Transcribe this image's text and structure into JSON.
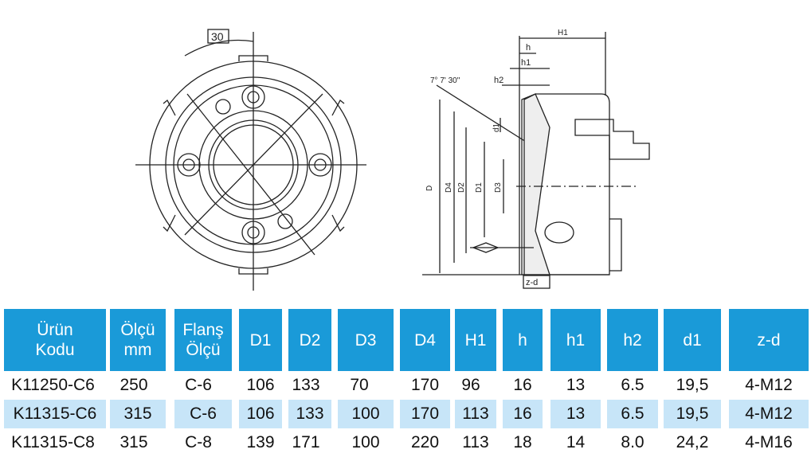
{
  "drawing": {
    "front_angle_label": "30",
    "side_labels": {
      "H1": "H1",
      "h": "h",
      "h1": "h1",
      "h2": "h2",
      "angle": "7° 7' 30\"",
      "D": "D",
      "D4": "D4",
      "D2": "D2",
      "D1": "D1",
      "D3": "D3",
      "d1": "d1",
      "zd": "z-d"
    }
  },
  "table": {
    "headers": [
      "Ürün\nKodu",
      "Ölçü\nmm",
      "Flanş\nÖlçü",
      "D1",
      "D2",
      "D3",
      "D4",
      "H1",
      "h",
      "h1",
      "h2",
      "d1",
      "z-d"
    ],
    "rows": [
      [
        "K11250-C6",
        "250",
        "C-6",
        "106",
        "133",
        "70",
        "170",
        "96",
        "16",
        "13",
        "6.5",
        "19,5",
        "4-M12"
      ],
      [
        "K11315-C6",
        "315",
        "C-6",
        "106",
        "133",
        "100",
        "170",
        "113",
        "16",
        "13",
        "6.5",
        "19,5",
        "4-M12"
      ],
      [
        "K11315-C8",
        "315",
        "C-8",
        "139",
        "171",
        "100",
        "220",
        "113",
        "18",
        "14",
        "8.0",
        "24,2",
        "4-M16"
      ]
    ]
  },
  "colors": {
    "header_bg": "#1a9ad8",
    "alt_row_bg": "#c7e5f8"
  }
}
